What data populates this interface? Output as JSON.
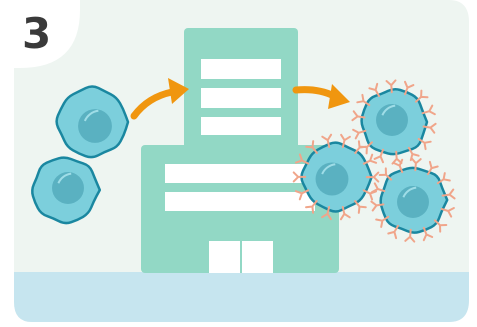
{
  "step": {
    "number": "3"
  },
  "colors": {
    "panel_background": "#eef5f1",
    "ground": "#c6e5ef",
    "building": "#92d8c5",
    "window": "#ffffff",
    "arrow": "#f0960f",
    "cell_fill": "#7ccfdc",
    "cell_outline": "#1a87a0",
    "nucleus": "#5ab1c1",
    "receptor": "#f0a58a"
  },
  "scene": {
    "building": {
      "icon": "factory-building"
    },
    "input_cells": {
      "icon": "immune-cell"
    },
    "output_cells": {
      "icon": "engineered-cell-with-receptors"
    },
    "arrows": {
      "icon": "curved-arrow"
    }
  }
}
